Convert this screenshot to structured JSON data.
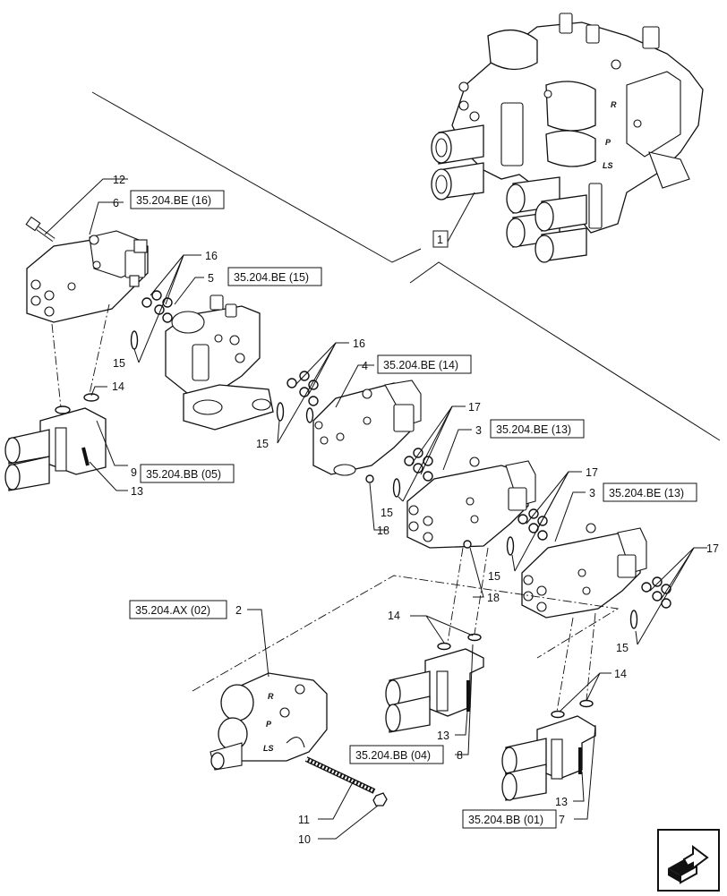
{
  "references": [
    {
      "id": "ref-35-204-be-16",
      "text": "35.204.BE (16)"
    },
    {
      "id": "ref-35-204-be-15",
      "text": "35.204.BE (15)"
    },
    {
      "id": "ref-35-204-be-14",
      "text": "35.204.BE (14)"
    },
    {
      "id": "ref-35-204-be-13-a",
      "text": "35.204.BE (13)"
    },
    {
      "id": "ref-35-204-be-13-b",
      "text": "35.204.BE (13)"
    },
    {
      "id": "ref-35-204-bb-05",
      "text": "35.204.BB (05)"
    },
    {
      "id": "ref-35-204-ax-02",
      "text": "35.204.AX (02)"
    },
    {
      "id": "ref-35-204-bb-04",
      "text": "35.204.BB (04)"
    },
    {
      "id": "ref-35-204-bb-01",
      "text": "35.204.BB (01)"
    }
  ],
  "callouts": {
    "c1": "1",
    "c2": "2",
    "c3a": "3",
    "c3b": "3",
    "c4": "4",
    "c5": "5",
    "c6": "6",
    "c7": "7",
    "c8": "8",
    "c9": "9",
    "c10": "10",
    "c11": "11",
    "c12": "12",
    "c13a": "13",
    "c13b": "13",
    "c13c": "13",
    "c14a": "14",
    "c14b": "14",
    "c14c": "14",
    "c15a": "15",
    "c15b": "15",
    "c15c": "15",
    "c15d": "15",
    "c15e": "15",
    "c16a": "16",
    "c16b": "16",
    "c17a": "17",
    "c17b": "17",
    "c17c": "17",
    "c18a": "18",
    "c18b": "18"
  },
  "port_marks": {
    "r": "R",
    "p": "P",
    "ls": "LS"
  },
  "nav": {
    "icon": "next-page-arrow-icon"
  }
}
